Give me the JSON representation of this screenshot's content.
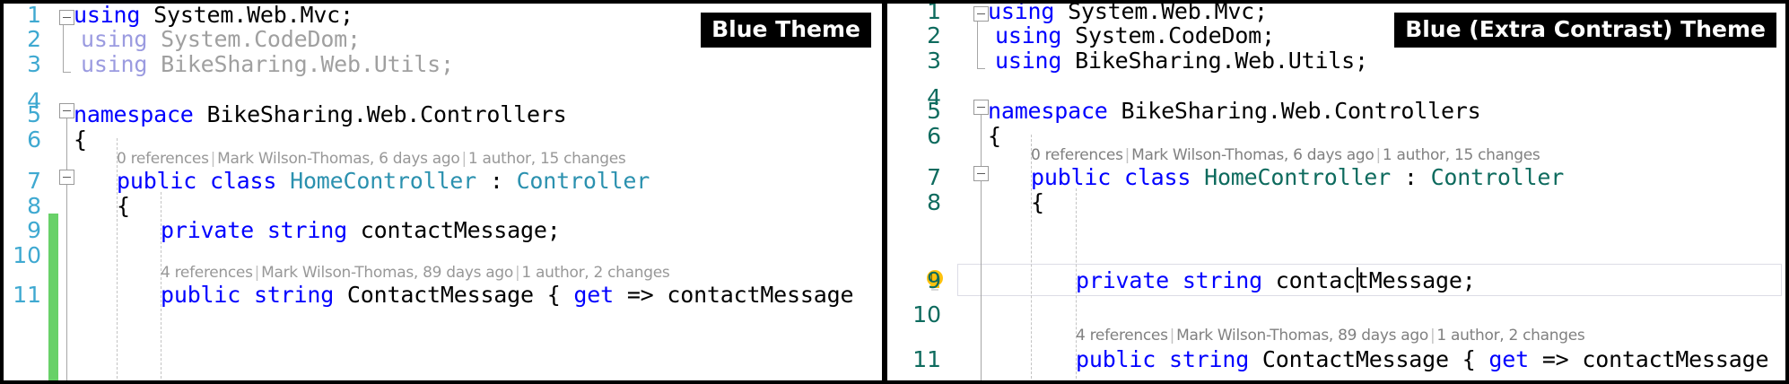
{
  "panels": [
    {
      "id": "left",
      "theme_label": "Blue Theme",
      "line_numbers": [
        "1",
        "2",
        "3",
        "4",
        "5",
        "6",
        "7",
        "8",
        "9",
        "10",
        "11"
      ],
      "lines": [
        {
          "n": "1",
          "tokens": [
            {
              "t": "using",
              "c": "kw"
            },
            {
              "t": " System.Web.Mvc;",
              "c": "plain"
            }
          ]
        },
        {
          "n": "2",
          "tokens": [
            {
              "t": "using",
              "c": "dim-kw"
            },
            {
              "t": " System.CodeDom;",
              "c": "dim"
            }
          ]
        },
        {
          "n": "3",
          "tokens": [
            {
              "t": "using",
              "c": "dim-kw"
            },
            {
              "t": " BikeSharing.Web.Utils;",
              "c": "dim"
            }
          ]
        },
        {
          "n": "4",
          "tokens": []
        },
        {
          "n": "5",
          "tokens": [
            {
              "t": "namespace",
              "c": "kw"
            },
            {
              "t": " BikeSharing.Web.Controllers",
              "c": "plain"
            }
          ]
        },
        {
          "n": "6",
          "tokens": [
            {
              "t": "{",
              "c": "plain"
            }
          ]
        },
        {
          "n": "7",
          "tokens": [
            {
              "t": "public",
              "c": "kw"
            },
            {
              "t": " ",
              "c": "plain"
            },
            {
              "t": "class",
              "c": "kw"
            },
            {
              "t": " ",
              "c": "plain"
            },
            {
              "t": "HomeController",
              "c": "type"
            },
            {
              "t": " : ",
              "c": "plain"
            },
            {
              "t": "Controller",
              "c": "type"
            }
          ]
        },
        {
          "n": "8",
          "tokens": [
            {
              "t": "{",
              "c": "plain"
            }
          ]
        },
        {
          "n": "9",
          "tokens": [
            {
              "t": "private",
              "c": "kw"
            },
            {
              "t": " ",
              "c": "plain"
            },
            {
              "t": "string",
              "c": "kw"
            },
            {
              "t": " contactMessage;",
              "c": "plain"
            }
          ]
        },
        {
          "n": "10",
          "tokens": []
        },
        {
          "n": "11",
          "tokens": [
            {
              "t": "public",
              "c": "kw"
            },
            {
              "t": " ",
              "c": "plain"
            },
            {
              "t": "string",
              "c": "kw"
            },
            {
              "t": " ContactMessage { ",
              "c": "plain"
            },
            {
              "t": "get",
              "c": "kw"
            },
            {
              "t": " => contactMessage",
              "c": "plain"
            }
          ]
        }
      ],
      "codelens": [
        {
          "above_line": "7",
          "refs": "0 references",
          "author": "Mark Wilson-Thomas, 6 days ago",
          "changes": "1 author, 15 changes"
        },
        {
          "above_line": "11",
          "refs": "4 references",
          "author": "Mark Wilson-Thomas, 89 days ago",
          "changes": "1 author, 2 changes"
        }
      ],
      "has_change_bar": true,
      "has_lightbulb": false,
      "has_current_line_box": false,
      "colors": {
        "line_number": "#3FA9D1",
        "keyword": "#0000FF",
        "type": "#2B91AF",
        "plain": "#000000",
        "unused_keyword": "#9B9BE0",
        "unused_text": "#A0A0A0",
        "codelens": "#989898",
        "change_bar": "#68D168",
        "background": "#FFFFFF"
      }
    },
    {
      "id": "right",
      "theme_label": "Blue (Extra Contrast) Theme",
      "line_numbers": [
        "1",
        "2",
        "3",
        "4",
        "5",
        "6",
        "7",
        "8",
        "9",
        "10",
        "11"
      ],
      "lines": [
        {
          "n": "1",
          "tokens": [
            {
              "t": "using",
              "c": "kw"
            },
            {
              "t": " System.Web.Mvc;",
              "c": "plain"
            }
          ]
        },
        {
          "n": "2",
          "tokens": [
            {
              "t": "using",
              "c": "kw"
            },
            {
              "t": " System.CodeDom;",
              "c": "plain"
            }
          ]
        },
        {
          "n": "3",
          "tokens": [
            {
              "t": "using",
              "c": "kw"
            },
            {
              "t": " BikeSharing.Web.Utils;",
              "c": "plain"
            }
          ]
        },
        {
          "n": "4",
          "tokens": []
        },
        {
          "n": "5",
          "tokens": [
            {
              "t": "namespace",
              "c": "kw"
            },
            {
              "t": " BikeSharing.Web.Controllers",
              "c": "plain"
            }
          ]
        },
        {
          "n": "6",
          "tokens": [
            {
              "t": "{",
              "c": "plain"
            }
          ]
        },
        {
          "n": "7",
          "tokens": [
            {
              "t": "public",
              "c": "kw"
            },
            {
              "t": " ",
              "c": "plain"
            },
            {
              "t": "class",
              "c": "kw"
            },
            {
              "t": " ",
              "c": "plain"
            },
            {
              "t": "HomeController",
              "c": "type"
            },
            {
              "t": " : ",
              "c": "plain"
            },
            {
              "t": "Controller",
              "c": "type"
            }
          ]
        },
        {
          "n": "8",
          "tokens": [
            {
              "t": "{",
              "c": "plain"
            }
          ]
        },
        {
          "n": "9",
          "tokens": [
            {
              "t": "private",
              "c": "kw"
            },
            {
              "t": " ",
              "c": "plain"
            },
            {
              "t": "string",
              "c": "kw"
            },
            {
              "t": " contactMessage;",
              "c": "plain"
            }
          ]
        },
        {
          "n": "10",
          "tokens": []
        },
        {
          "n": "11",
          "tokens": [
            {
              "t": "public",
              "c": "kw"
            },
            {
              "t": " ",
              "c": "plain"
            },
            {
              "t": "string",
              "c": "kw"
            },
            {
              "t": " ContactMessage { ",
              "c": "plain"
            },
            {
              "t": "get",
              "c": "kw"
            },
            {
              "t": " => contactMessage",
              "c": "plain"
            }
          ]
        }
      ],
      "codelens": [
        {
          "above_line": "7",
          "refs": "0 references",
          "author": "Mark Wilson-Thomas, 6 days ago",
          "changes": "1 author, 15 changes"
        },
        {
          "above_line": "11",
          "refs": "4 references",
          "author": "Mark Wilson-Thomas, 89 days ago",
          "changes": "1 author, 2 changes"
        }
      ],
      "has_change_bar": false,
      "has_lightbulb": true,
      "lightbulb_line": "9",
      "has_current_line_box": true,
      "current_line": "9",
      "colors": {
        "line_number": "#0E6B5E",
        "keyword": "#0000FF",
        "type": "#0E6B5E",
        "plain": "#000000",
        "unused_keyword": "#0000FF",
        "unused_text": "#000000",
        "codelens": "#808080",
        "lightbulb": "#FFC20E",
        "background": "#FFFFFF"
      }
    }
  ]
}
